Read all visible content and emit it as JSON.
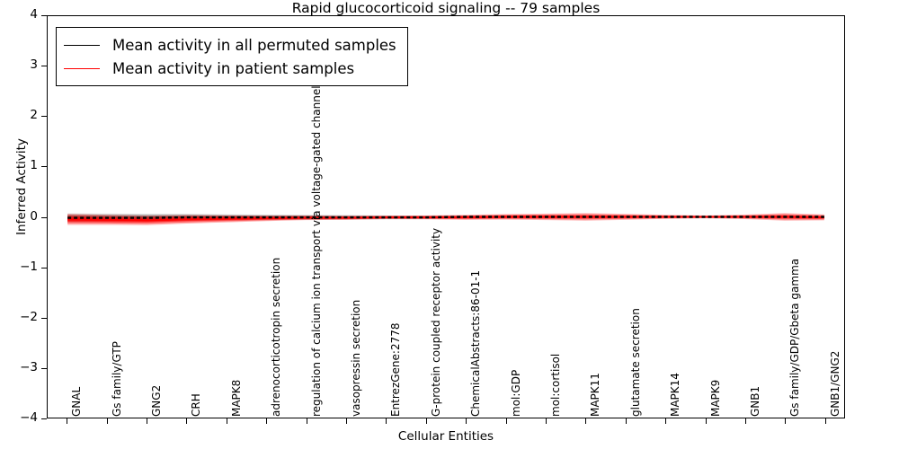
{
  "chart_data": {
    "type": "line",
    "title": "Rapid glucocorticoid signaling -- 79 samples",
    "xlabel": "Cellular Entities",
    "ylabel": "Inferred Activity",
    "ylim": [
      -4,
      4
    ],
    "yticks": [
      "4",
      "3",
      "2",
      "1",
      "0",
      "-1",
      "-2",
      "-3",
      "-4"
    ],
    "ytick_values": [
      4,
      3,
      2,
      1,
      0,
      -1,
      -2,
      -3,
      -4
    ],
    "grid": false,
    "legend_position": "upper left",
    "categories": [
      "GNAL",
      "Gs family/GTP",
      "GNG2",
      "CRH",
      "MAPK8",
      "adrenocorticotropin secretion",
      "regulation of calcium ion transport via voltage-gated channel",
      "vasopressin secretion",
      "EntrezGene:2778",
      "G-protein coupled receptor activity",
      "ChemicalAbstracts:86-01-1",
      "mol:GDP",
      "mol:cortisol",
      "MAPK11",
      "glutamate secretion",
      "MAPK14",
      "MAPK9",
      "GNB1",
      "Gs family/GDP/Gbeta gamma",
      "GNB1/GNG2"
    ],
    "series": [
      {
        "name": "Mean activity in all permuted samples",
        "color": "#000000",
        "style": "dotted",
        "values": [
          -0.02,
          -0.02,
          -0.02,
          -0.01,
          -0.01,
          -0.01,
          -0.01,
          -0.01,
          -0.01,
          -0.01,
          0.0,
          0.0,
          0.0,
          0.0,
          0.0,
          0.0,
          0.0,
          0.0,
          0.0,
          0.0
        ],
        "spread": [
          0.09,
          0.085,
          0.08,
          0.07,
          0.06,
          0.055,
          0.05,
          0.045,
          0.04,
          0.035,
          0.03,
          0.028,
          0.025,
          0.022,
          0.02,
          0.018,
          0.016,
          0.015,
          0.014,
          0.012
        ]
      },
      {
        "name": "Mean activity in patient samples",
        "color": "#ff0000",
        "style": "solid",
        "values": [
          -0.05,
          -0.06,
          -0.07,
          -0.05,
          -0.04,
          -0.03,
          -0.02,
          -0.02,
          -0.01,
          -0.01,
          -0.01,
          0.0,
          0.0,
          0.0,
          0.0,
          0.0,
          0.0,
          0.0,
          0.0,
          -0.01
        ],
        "spread": [
          0.11,
          0.1,
          0.095,
          0.085,
          0.07,
          0.055,
          0.045,
          0.04,
          0.035,
          0.04,
          0.05,
          0.055,
          0.065,
          0.075,
          0.06,
          0.04,
          0.03,
          0.045,
          0.075,
          0.06
        ]
      }
    ]
  },
  "legend": {
    "entries": [
      {
        "label": "Mean activity in all permuted samples",
        "color": "#000000"
      },
      {
        "label": "Mean activity in patient samples",
        "color": "#ff0000"
      }
    ]
  }
}
